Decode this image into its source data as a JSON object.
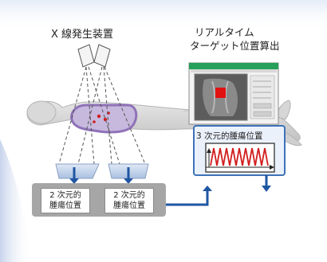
{
  "labels": {
    "xray_unit": "X 線発生装置",
    "realtime_line1": "リアルタイム",
    "realtime_line2": "ターゲット位置算出",
    "tumor_3d": "3 次元的腫瘍位置",
    "tumor_2d_left_line1": "2 次元的",
    "tumor_2d_left_line2": "腫瘍位置",
    "tumor_2d_right_line1": "2 次元的",
    "tumor_2d_right_line2": "腫瘍位置"
  },
  "colors": {
    "arrow_blue": "#1f56a3",
    "tumor_purple": "#8f72b8",
    "waveform_red": "#d21d1d",
    "monitor_green": "#26a05a"
  }
}
